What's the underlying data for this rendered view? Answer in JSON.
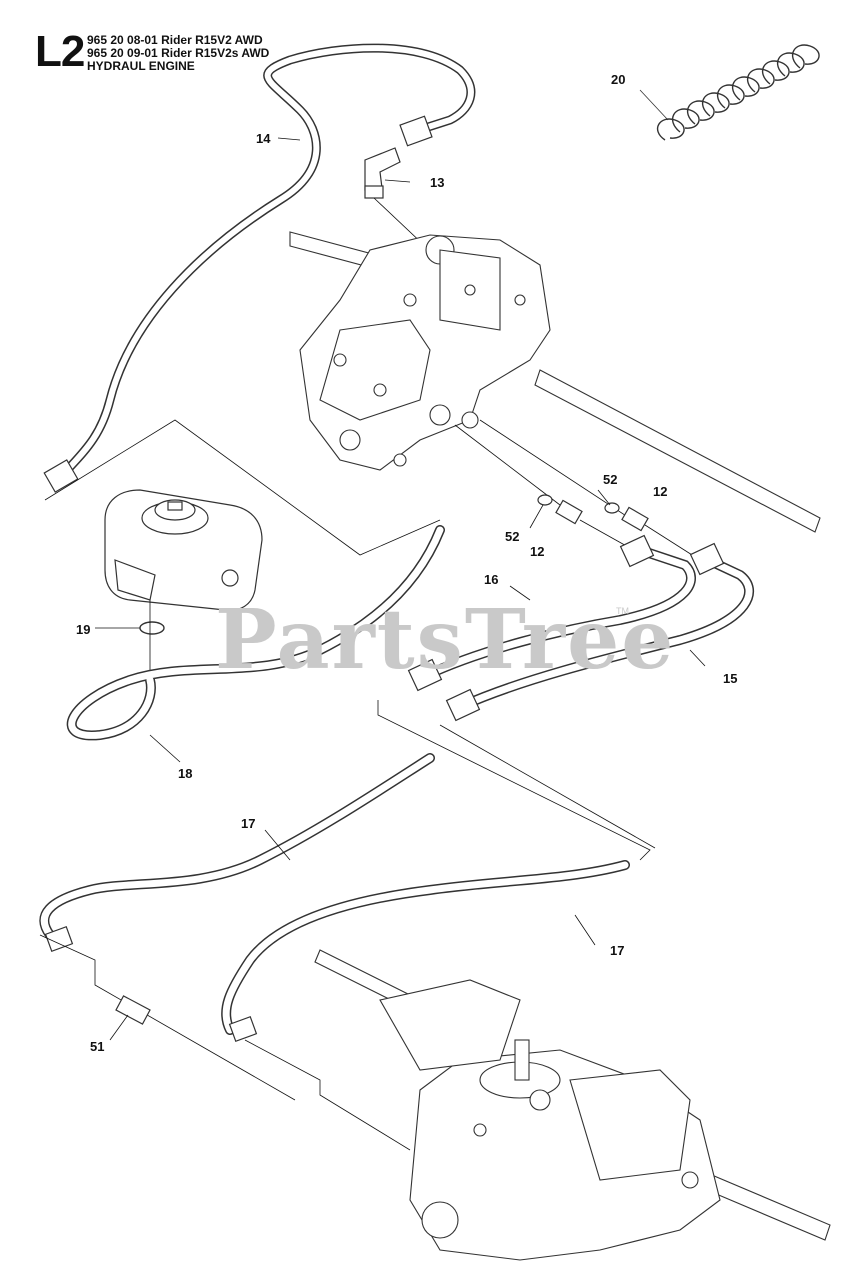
{
  "header": {
    "code": "L2",
    "lines": [
      "965 20 08-01 Rider R15V2 AWD",
      "965 20 09-01 Rider R15V2s AWD",
      "HYDRAUL ENGINE"
    ]
  },
  "watermark": {
    "text": "PartsTree",
    "mark": "TM"
  },
  "callouts": [
    "14",
    "13",
    "20",
    "52",
    "12",
    "52",
    "12",
    "16",
    "19",
    "15",
    "18",
    "17",
    "17",
    "51"
  ]
}
